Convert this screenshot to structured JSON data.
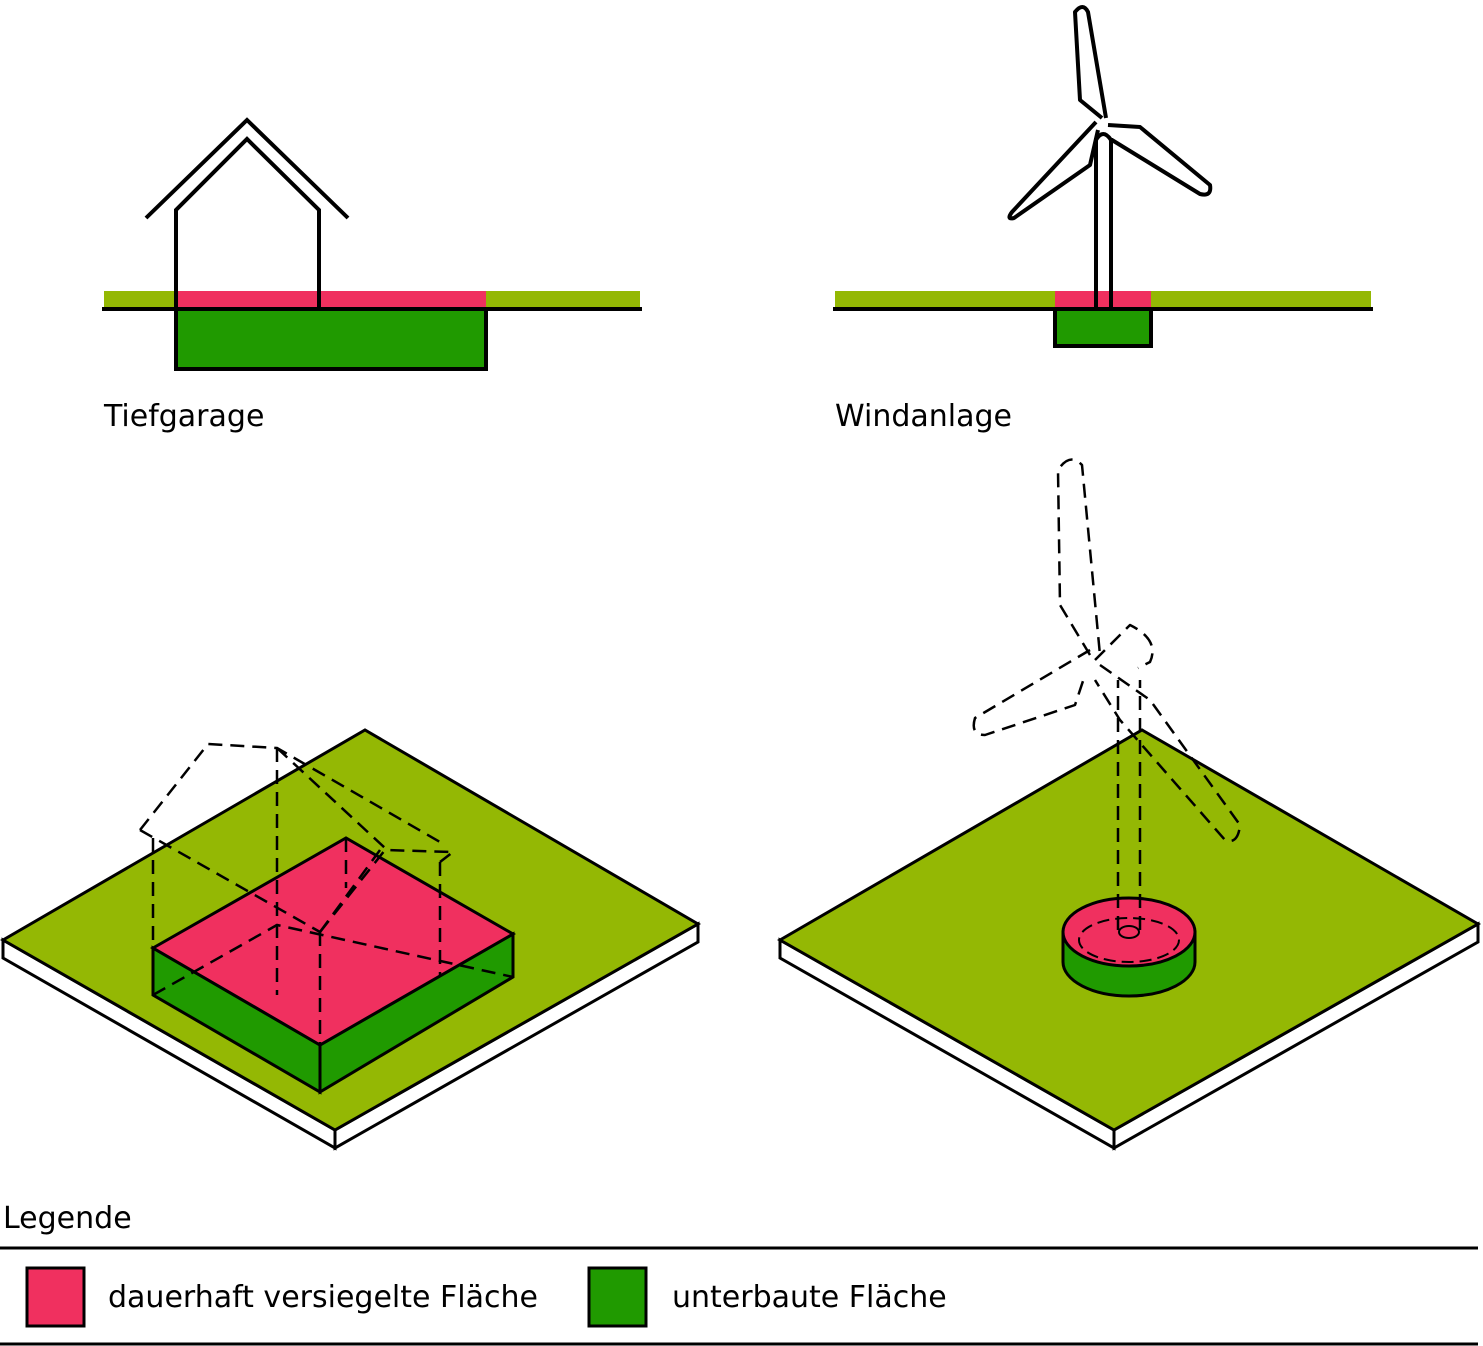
{
  "colors": {
    "sealed": "#f0305f",
    "underbuilt": "#209a00",
    "ground": "#94b804",
    "line": "#000000",
    "slab_side": "#ffffff"
  },
  "panels": {
    "garage": {
      "label": "Tiefgarage"
    },
    "wind": {
      "label": "Windanlage"
    }
  },
  "legend": {
    "title": "Legende",
    "items": [
      {
        "label": "dauerhaft versiegelte Fläche",
        "color_key": "sealed"
      },
      {
        "label": "unterbaute Fläche",
        "color_key": "underbuilt"
      }
    ]
  }
}
